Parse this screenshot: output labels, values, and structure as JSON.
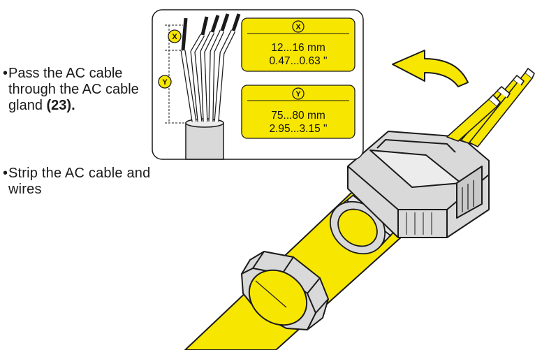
{
  "steps": [
    {
      "text": "Pass the AC cable through the AC cable gland",
      "ref": "(23)."
    },
    {
      "text": "Strip the AC cable and wires"
    }
  ],
  "bullet": "•",
  "labels": {
    "x": "X",
    "y": "Y"
  },
  "dimensions": {
    "x": {
      "metric": "12...16 mm",
      "imperial": "0.47...0.63 \""
    },
    "y": {
      "metric": "75...80 mm",
      "imperial": "2.95...3.15 \""
    }
  },
  "colors": {
    "yellow": "#F7E600",
    "outline": "#1a1a1a",
    "grey_connector": "#d9d9d9"
  }
}
